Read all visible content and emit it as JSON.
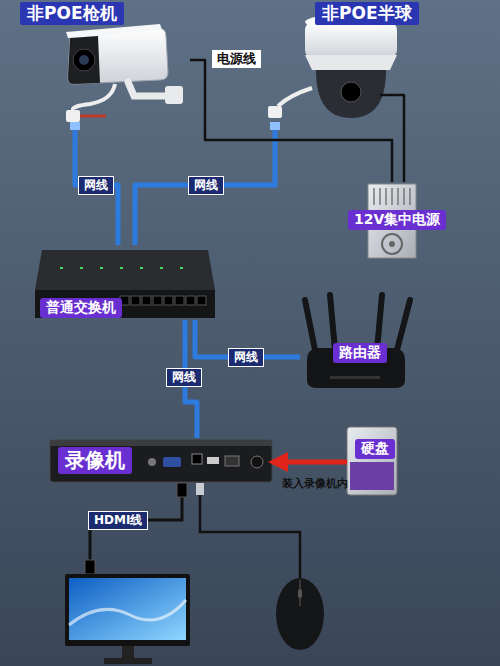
{
  "diagram": {
    "nodes": [
      {
        "text": [
          "非POE枪机"
        ]
      },
      {
        "text": [
          "非POE半球"
        ]
      },
      {
        "text": [
          "12V集中电源"
        ]
      },
      {
        "text": [
          "普通交换机"
        ]
      },
      {
        "text": [
          "路由器"
        ]
      },
      {
        "text": [
          "录像机"
        ]
      },
      {
        "text": [
          "硬盘"
        ]
      }
    ],
    "edges": [
      {
        "from": 0,
        "to": 3,
        "label": "网线",
        "arrow": "none"
      },
      {
        "from": 1,
        "to": 3,
        "label": "网线",
        "arrow": "none"
      },
      {
        "from": 3,
        "to": 4,
        "label": "网线",
        "arrow": "none"
      },
      {
        "from": 3,
        "to": 5,
        "label": "网线",
        "arrow": "none"
      },
      {
        "from": 2,
        "to": 0,
        "label": "电源线",
        "arrow": "none"
      },
      {
        "from": 2,
        "to": 1,
        "arrow": "none"
      },
      {
        "from": 6,
        "to": 5,
        "label": "装入录像机内",
        "arrow": "to"
      }
    ],
    "labels": [
      "HDMI线"
    ]
  }
}
